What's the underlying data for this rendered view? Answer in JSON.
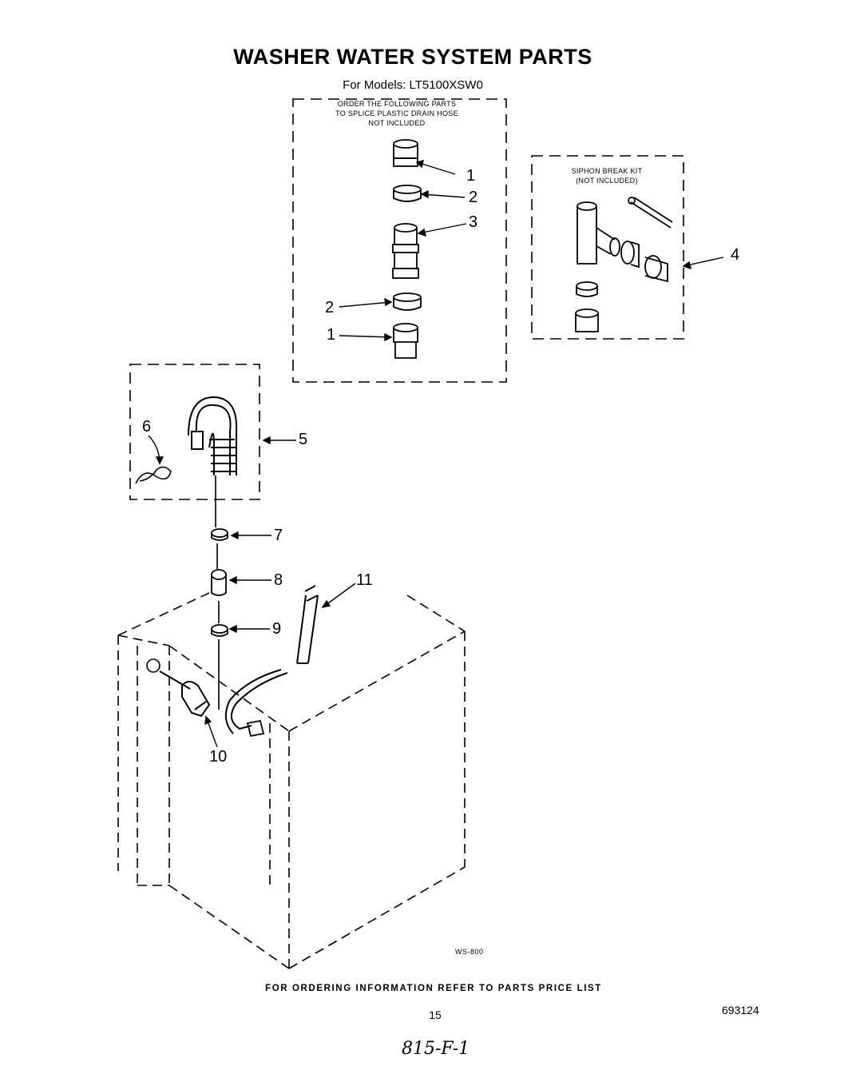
{
  "title": "WASHER WATER SYSTEM PARTS",
  "subtitle": "For Models: LT5100XSW0",
  "splice_note": [
    "ORDER THE FOLLOWING PARTS",
    "TO SPLICE PLASTIC DRAIN HOSE",
    "NOT INCLUDED"
  ],
  "siphon_note": [
    "SIPHON BREAK KIT",
    "(NOT INCLUDED)"
  ],
  "callouts": {
    "c1_top": "1",
    "c2_top": "2",
    "c3": "3",
    "c2_bot": "2",
    "c1_bot": "1",
    "c4": "4",
    "c5": "5",
    "c6": "6",
    "c7": "7",
    "c8": "8",
    "c9": "9",
    "c10": "10",
    "c11": "11"
  },
  "drawing_number": "WS-800",
  "footer": "FOR ORDERING INFORMATION REFER TO PARTS PRICE LIST",
  "page_number": "15",
  "document_number": "693124",
  "handwritten": "815-F-1"
}
